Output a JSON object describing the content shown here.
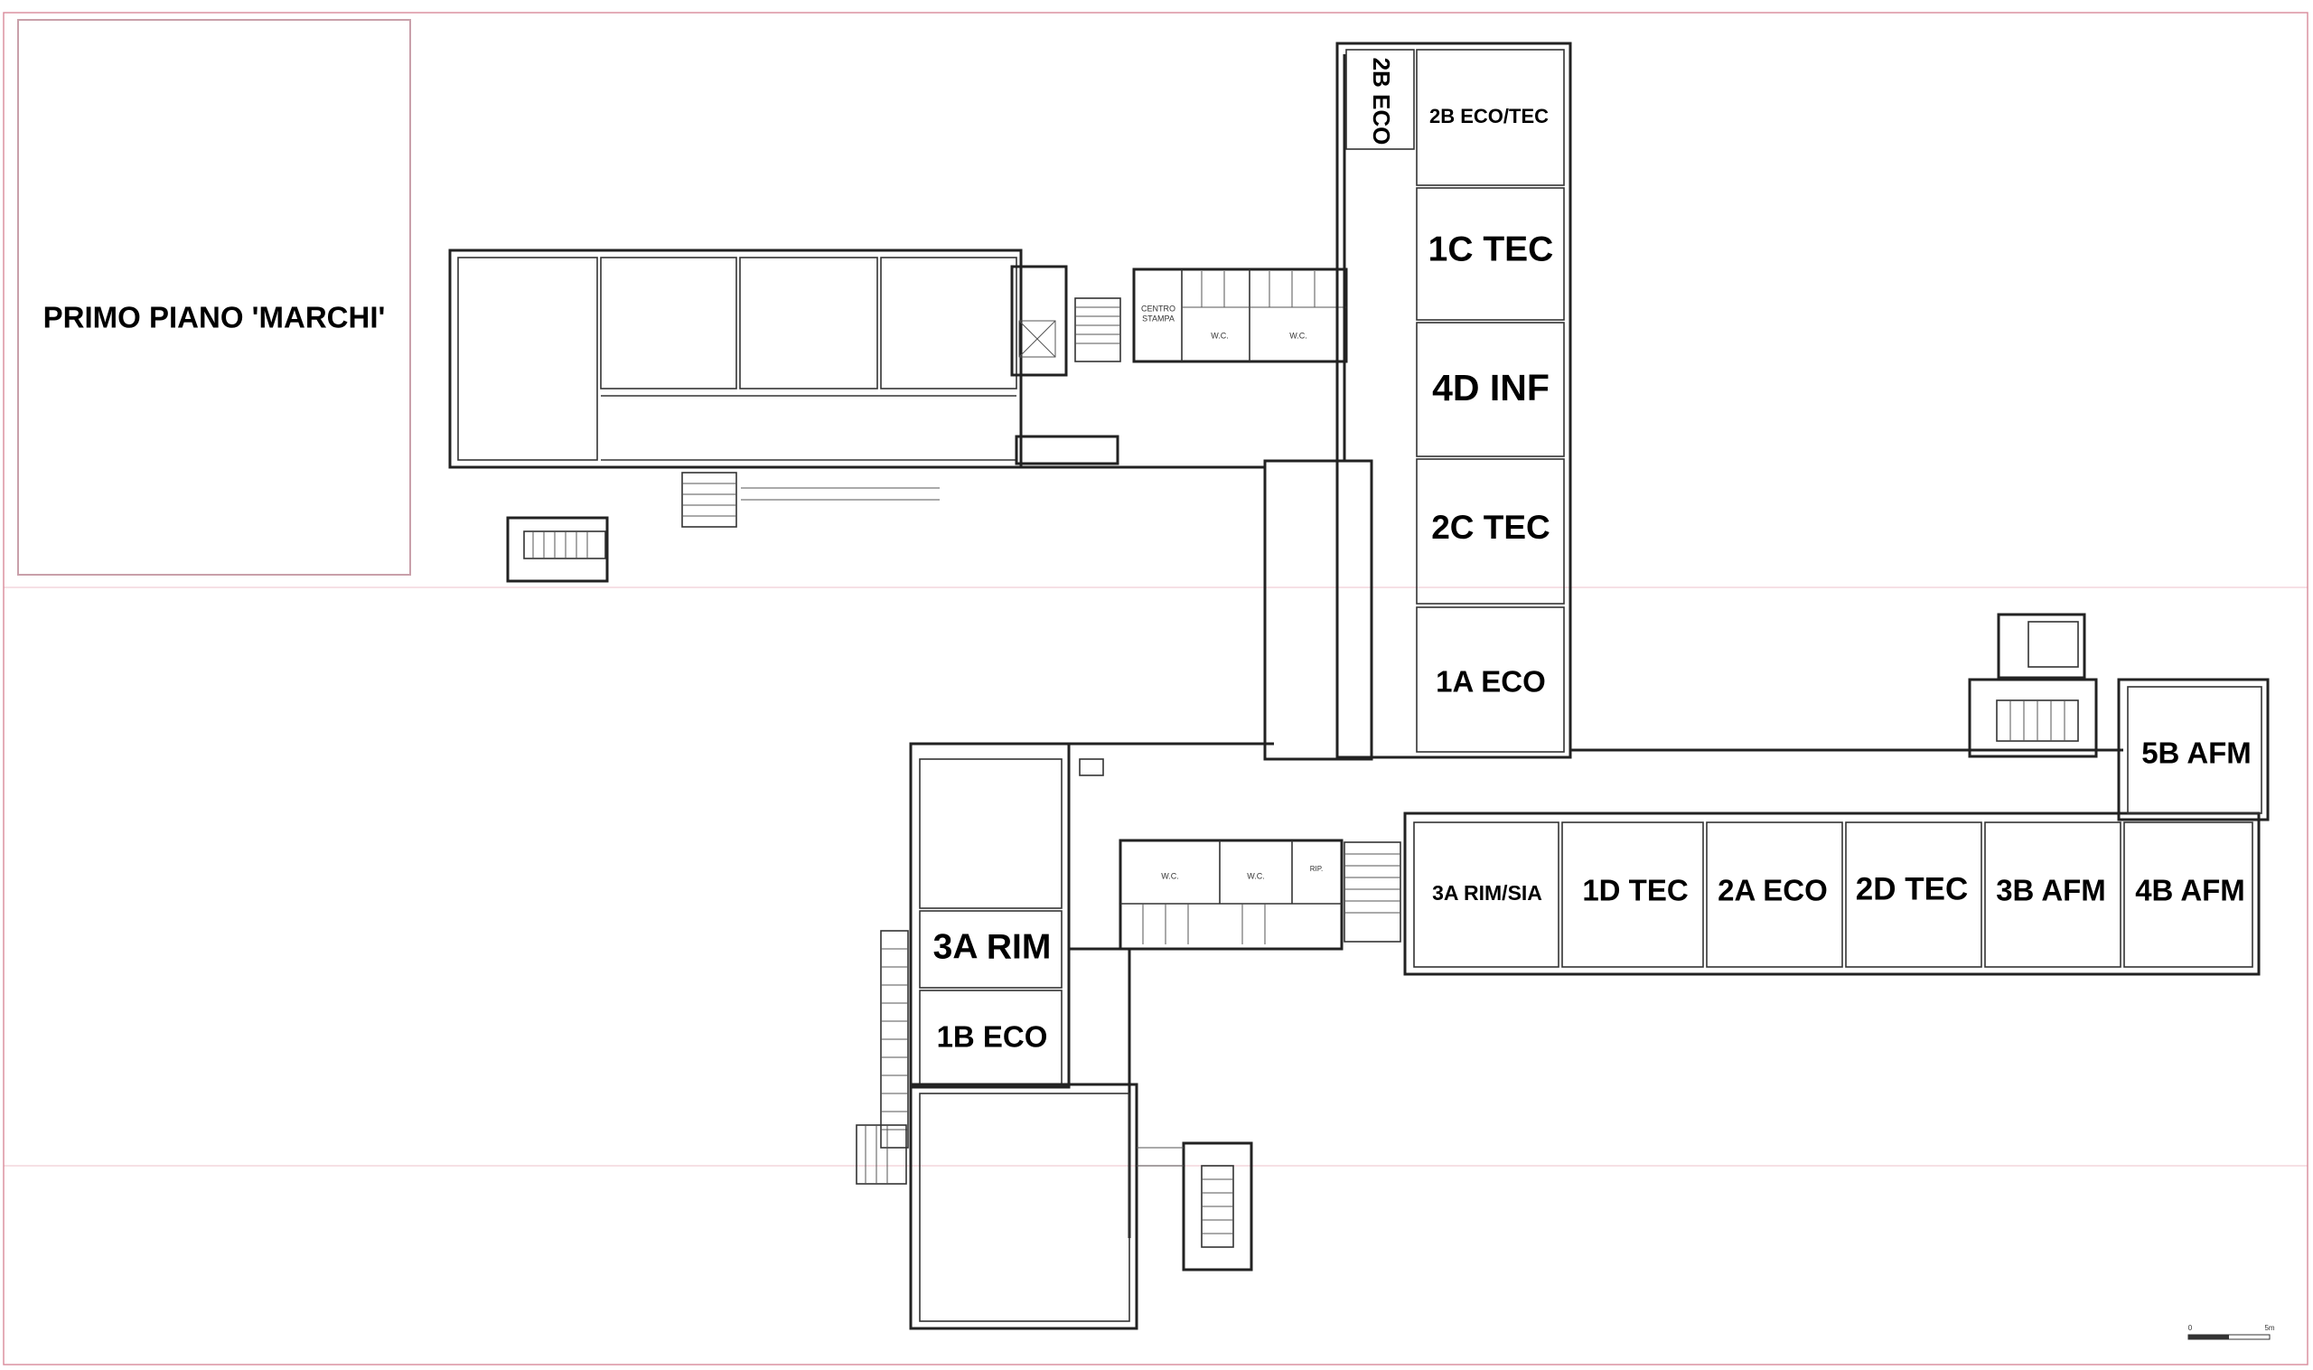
{
  "title": "PRIMO PIANO 'MARCHI'",
  "rooms": {
    "r2b_eco_v": "2B ECO",
    "r2b_ecotec": "2B ECO/TEC",
    "r1c_tec": "1C TEC",
    "r4d_inf": "4D INF",
    "r2c_tec": "2C TEC",
    "r1a_eco": "1A ECO",
    "r5b_afm": "5B AFM",
    "r3a_rimsia": "3A RIM/SIA",
    "r1d_tec": "1D TEC",
    "r2a_eco": "2A ECO",
    "r2d_tec": "2D TEC",
    "r3b_afm": "3B AFM",
    "r4b_afm": "4B AFM",
    "r3a_rim": "3A RIM",
    "r1b_eco": "1B ECO"
  },
  "service_labels": {
    "centro_1": "CENTRO",
    "centro_2": "STAMPA",
    "wc": "W.C.",
    "rip": "RIP."
  },
  "scale_bar": {
    "start": "0",
    "end": "5m"
  }
}
